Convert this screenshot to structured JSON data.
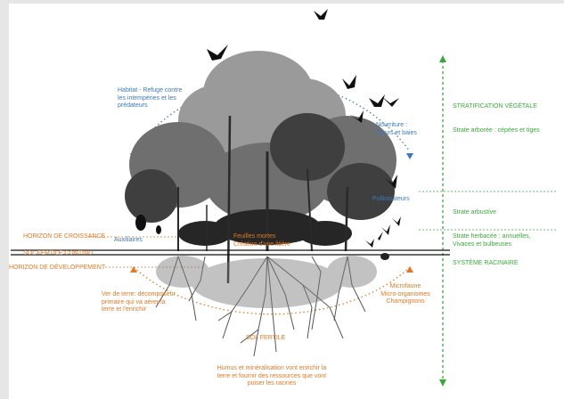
{
  "labels": {
    "habitat": "Habitat - Refuge contre\nles intempéries et les\nprédateurs",
    "food": "Nourriture :\nFleurs et baies",
    "pollinators": "Pollinisateurs",
    "auxiliaries": "Auxiliaires",
    "growth_horizon": "HORIZON DE CROISSANCE",
    "fertile_soil": "SOL FERTILE CONTINU",
    "development_horizon": "HORIZON DE DÉVELOPPEMENT",
    "dead_leaves": "Feuilles mortes\nCréation d'une litière",
    "earthworm": "Ver de terre: décomposeur\nprimaire qui va aérer la\nterre et l'enrichir",
    "microfauna": "Microfaune\nMicro-organismes\nChampignons",
    "soil_fertile": "SOL FERTILE",
    "humus": "Humus et minéralisation vont enrichir la\nterre et fournir des ressources que vont\npuiser les racines",
    "stratification": "STRATIFICATION VÉGÉTALE",
    "tree_stratum": "Strate arborée :  cépées et tiges",
    "shrub_stratum": "Strate arbustive",
    "herbaceous_stratum": "Strate herbacée : annuelles,\nVivaces et bulbeuses",
    "root_system": "SYSTÈME RACINAIRE"
  },
  "colors": {
    "fauna": "#3b79b8",
    "soil": "#e07a26",
    "strata": "#3aa83a"
  }
}
